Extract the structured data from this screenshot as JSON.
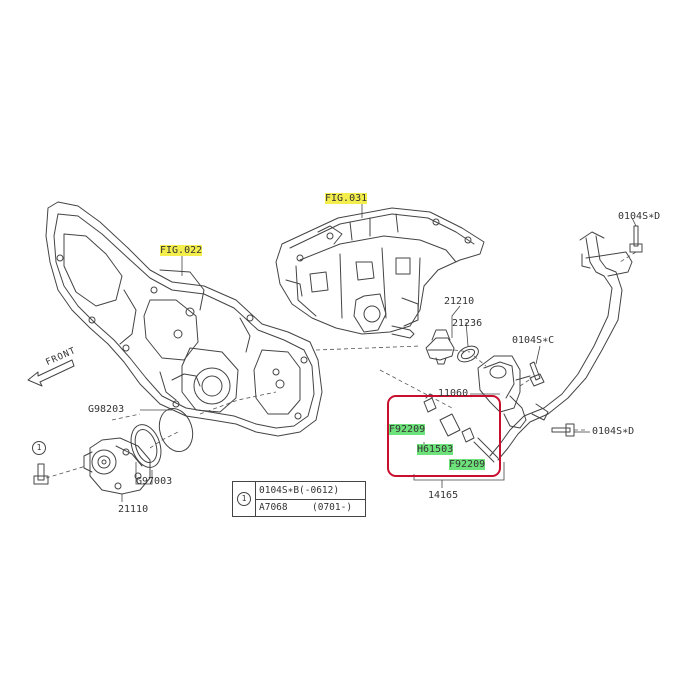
{
  "labels": {
    "fig031": "FIG.031",
    "fig022": "FIG.022",
    "front": "FRONT",
    "p0104sd_top": "0104S∗D",
    "p21210": "21210",
    "p21236": "21236",
    "p0104sc": "0104S∗C",
    "p11060": "11060",
    "p0104sd_right": "0104S∗D",
    "pF92209_a": "F92209",
    "pH61503": "H61503",
    "pF92209_b": "F92209",
    "p14165": "14165",
    "p98203": "G98203",
    "p97003": "G97003",
    "p21110": "21110",
    "callout_1": "1"
  },
  "table": {
    "marker": "1",
    "row1": "0104S∗B(-0612)",
    "row2_part": "A7068",
    "row2_range": "(0701-)"
  },
  "colors": {
    "highlight_yellow": "#f4ee4c",
    "highlight_green": "#6ee27a",
    "callout_box": "#c8102e"
  }
}
